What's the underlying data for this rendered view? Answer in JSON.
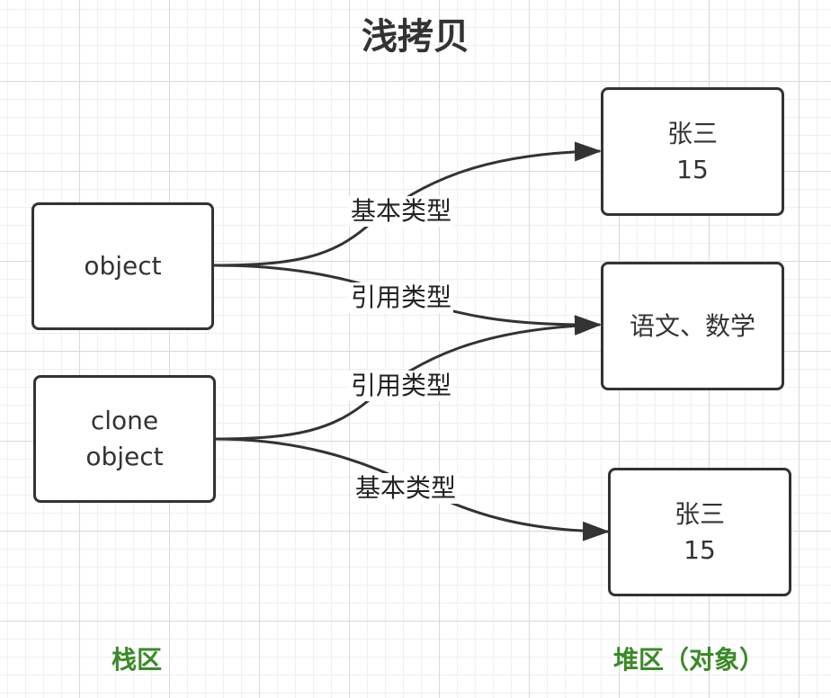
{
  "title": "浅拷贝",
  "stack": {
    "label": "栈区",
    "object": "object",
    "clone_line1": "clone",
    "clone_line2": "object"
  },
  "heap": {
    "label": "堆区（对象）",
    "top_name": "张三",
    "top_value": "15",
    "middle": "语文、数学",
    "bottom_name": "张三",
    "bottom_value": "15"
  },
  "edges": {
    "primitive_1": "基本类型",
    "reference_1": "引用类型",
    "reference_2": "引用类型",
    "primitive_2": "基本类型"
  },
  "colors": {
    "stroke": "#333333",
    "section_label": "#3a8a28"
  }
}
